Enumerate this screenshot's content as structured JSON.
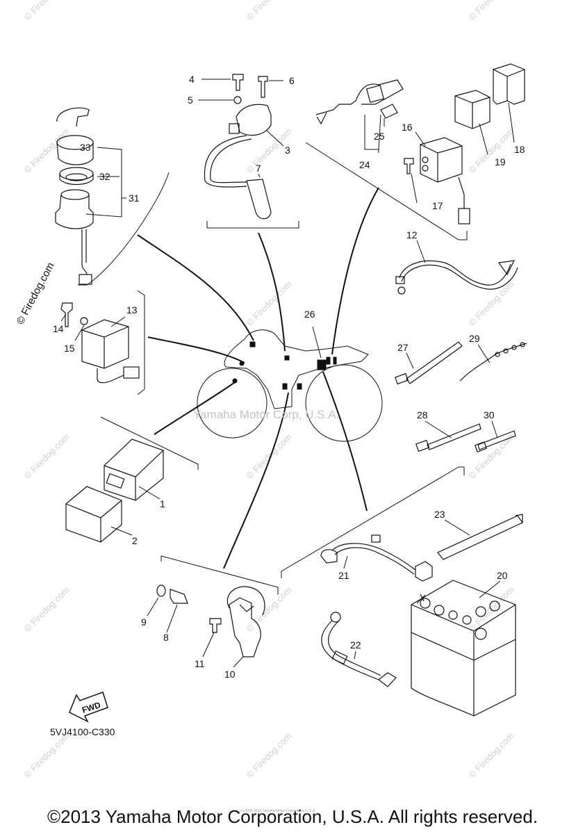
{
  "watermark": "© Firedog.com",
  "center_watermark": "Yamaha Motor Corp, U.S.A.",
  "diagram_code": "5VJ4100-C330",
  "fwd_label": "FWD",
  "copyright": "©2013 Yamaha Motor Corporation, U.S.A. All rights reserved.",
  "fine_print": "(c) 2000-2015 Yamaha Motor Corporation, U.S.A.",
  "callouts": {
    "n1": "1",
    "n2": "2",
    "n3": "3",
    "n4": "4",
    "n5": "5",
    "n6": "6",
    "n7": "7",
    "n8": "8",
    "n9": "9",
    "n10": "10",
    "n11": "11",
    "n12": "12",
    "n13": "13",
    "n14": "14",
    "n15": "15",
    "n16": "16",
    "n17": "17",
    "n18": "18",
    "n19": "19",
    "n20": "20",
    "n21": "21",
    "n22": "22",
    "n23": "23",
    "n24": "24",
    "n25": "25",
    "n26": "26",
    "n27": "27",
    "n28": "28",
    "n29": "29",
    "n30": "30",
    "n31": "31",
    "n32": "32",
    "n33": "33"
  }
}
